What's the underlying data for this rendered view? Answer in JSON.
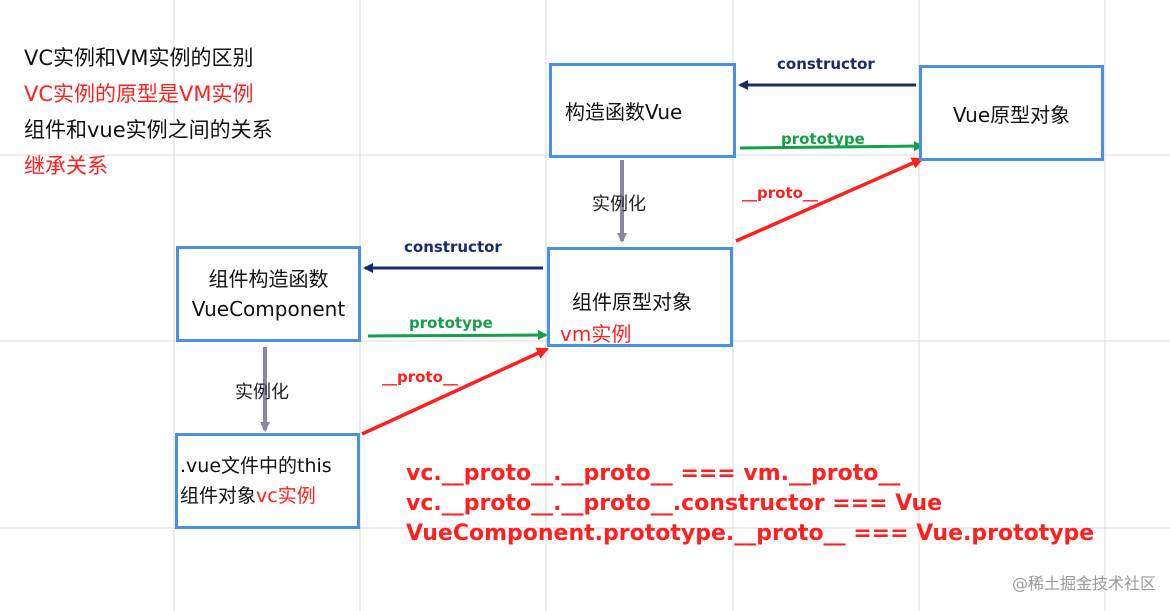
{
  "notes": [
    {
      "text": "VC实例和VM实例的区别",
      "color": "black"
    },
    {
      "text": "VC实例的原型是VM实例",
      "color": "red"
    },
    {
      "text": "组件和vue实例之间的关系",
      "color": "black"
    },
    {
      "text": "继承关系",
      "color": "red"
    }
  ],
  "boxes": {
    "vue_ctor": "构造函数Vue",
    "vue_proto": "Vue原型对象",
    "comp_ctor_line1": "组件构造函数",
    "comp_ctor_line2": "VueComponent",
    "comp_proto_line1": "组件原型对象",
    "comp_proto_line2": "vm实例",
    "vc_line1": ".vue文件中的this",
    "vc_line2_black": "组件对象",
    "vc_line2_red": "vc实例"
  },
  "labels": {
    "constructor_top": "constructor",
    "prototype_top": "prototype",
    "proto_top": "__proto__",
    "instantiate_top": "实例化",
    "constructor_mid": "constructor",
    "prototype_mid": "prototype",
    "proto_bottom": "__proto__",
    "instantiate_bottom": "实例化"
  },
  "equations": [
    "vc.__proto__.__proto__ === vm.__proto__",
    "vc.__proto__.__proto__.constructor === Vue",
    "VueComponent.prototype.__proto__ === Vue.prototype"
  ],
  "watermark": "@稀土掘金技术社区",
  "colors": {
    "box_border": "#4a90e2",
    "constructor_arrow": "#1a2a6c",
    "prototype_arrow": "#13a04a",
    "proto_arrow": "#ff1f1f",
    "instantiate_arrow": "#8e84a6",
    "grid": "#d9d9d9"
  }
}
